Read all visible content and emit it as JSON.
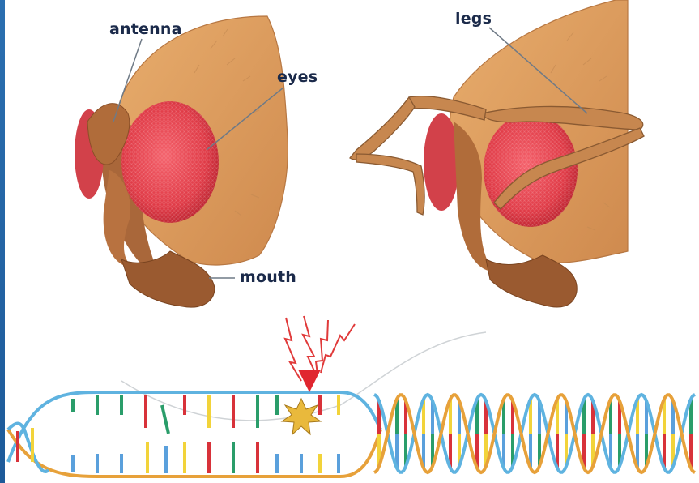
{
  "labels": {
    "antenna": "antenna",
    "eyes": "eyes",
    "mouth": "mouth",
    "legs": "legs"
  },
  "colors": {
    "head": "#d99a5c",
    "head_dark": "#a9673a",
    "eye": "#e03a46",
    "leg": "#c7874f",
    "helix_blue": "#5fb3e0",
    "helix_orange": "#e7a13a",
    "rung_red": "#d8323a",
    "rung_green": "#2a9d6a",
    "rung_yellow": "#f2d33a",
    "rung_blue": "#5aa0dc",
    "radiation": "#e03a3a",
    "damage_star": "#e9b93c",
    "side_bar": "#2b6fb0"
  }
}
